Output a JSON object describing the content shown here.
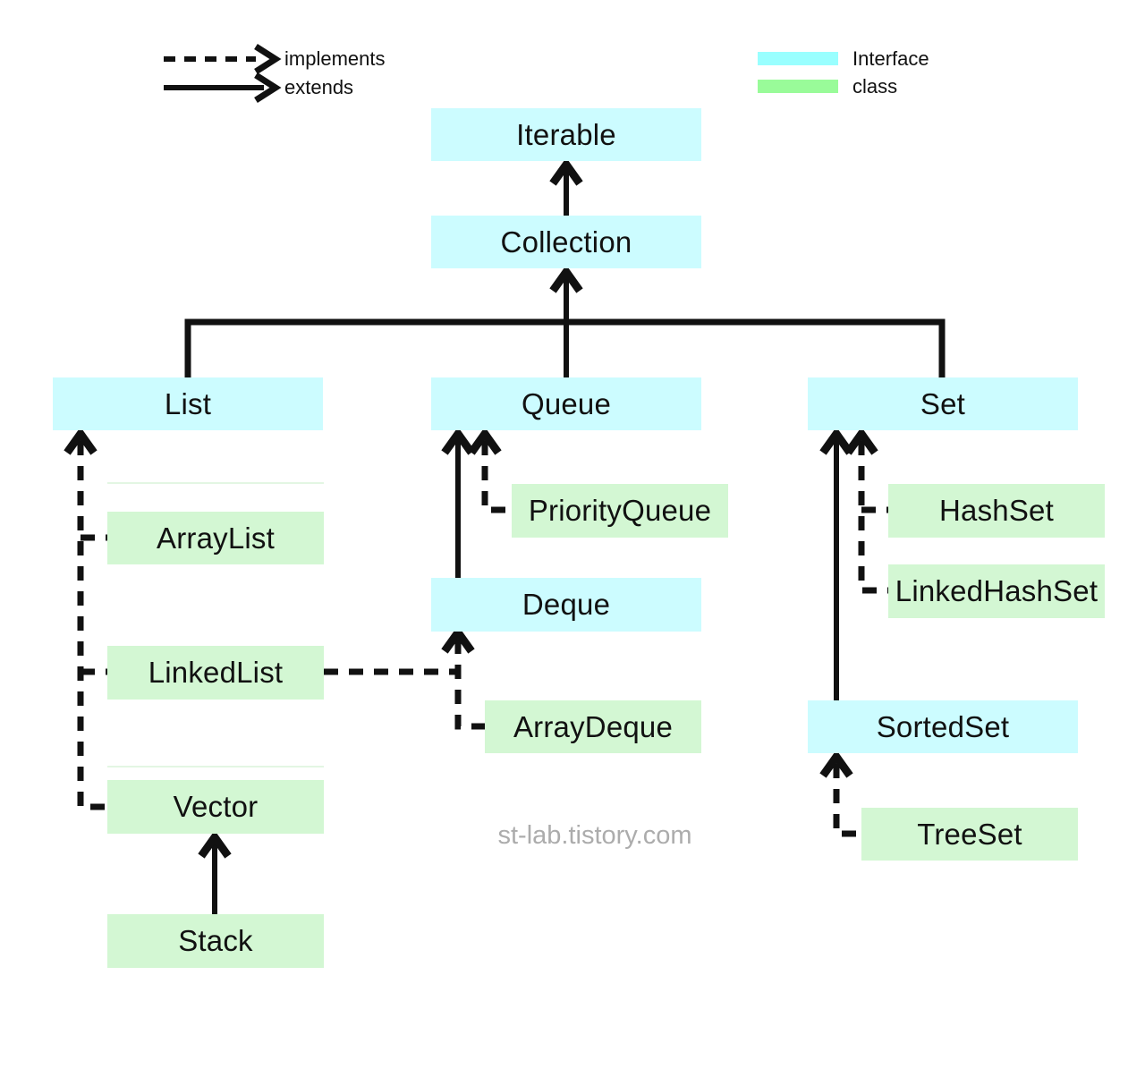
{
  "legend": {
    "implements_label": "implements",
    "extends_label": "extends",
    "interface_label": "Interface",
    "class_label": "class"
  },
  "watermark": "st-lab.tistory.com",
  "colors": {
    "interface_fill": "#ccfcff",
    "class_fill": "#d3f7d3",
    "legend_interface": "#99ffff",
    "legend_class": "#99fb99",
    "line": "#111111",
    "watermark": "#acacac",
    "faint_line": "#e3f6e3"
  },
  "nodes": {
    "iterable": {
      "label": "Iterable",
      "type": "interface"
    },
    "collection": {
      "label": "Collection",
      "type": "interface"
    },
    "list": {
      "label": "List",
      "type": "interface"
    },
    "queue": {
      "label": "Queue",
      "type": "interface"
    },
    "set": {
      "label": "Set",
      "type": "interface"
    },
    "deque": {
      "label": "Deque",
      "type": "interface"
    },
    "sortedset": {
      "label": "SortedSet",
      "type": "interface"
    },
    "arraylist": {
      "label": "ArrayList",
      "type": "class"
    },
    "linkedlist": {
      "label": "LinkedList",
      "type": "class"
    },
    "vector": {
      "label": "Vector",
      "type": "class"
    },
    "stack": {
      "label": "Stack",
      "type": "class"
    },
    "priorityqueue": {
      "label": "PriorityQueue",
      "type": "class"
    },
    "arraydeque": {
      "label": "ArrayDeque",
      "type": "class"
    },
    "hashset": {
      "label": "HashSet",
      "type": "class"
    },
    "linkedhashset": {
      "label": "LinkedHashSet",
      "type": "class"
    },
    "treeset": {
      "label": "TreeSet",
      "type": "class"
    }
  },
  "edges": [
    {
      "from": "Collection",
      "to": "Iterable",
      "relation": "extends"
    },
    {
      "from": "List",
      "to": "Collection",
      "relation": "extends"
    },
    {
      "from": "Queue",
      "to": "Collection",
      "relation": "extends"
    },
    {
      "from": "Set",
      "to": "Collection",
      "relation": "extends"
    },
    {
      "from": "ArrayList",
      "to": "List",
      "relation": "implements"
    },
    {
      "from": "LinkedList",
      "to": "List",
      "relation": "implements"
    },
    {
      "from": "Vector",
      "to": "List",
      "relation": "implements"
    },
    {
      "from": "Stack",
      "to": "Vector",
      "relation": "extends"
    },
    {
      "from": "PriorityQueue",
      "to": "Queue",
      "relation": "implements"
    },
    {
      "from": "Deque",
      "to": "Queue",
      "relation": "extends"
    },
    {
      "from": "LinkedList",
      "to": "Deque",
      "relation": "implements"
    },
    {
      "from": "ArrayDeque",
      "to": "Deque",
      "relation": "implements"
    },
    {
      "from": "HashSet",
      "to": "Set",
      "relation": "implements"
    },
    {
      "from": "LinkedHashSet",
      "to": "Set",
      "relation": "implements"
    },
    {
      "from": "SortedSet",
      "to": "Set",
      "relation": "extends"
    },
    {
      "from": "TreeSet",
      "to": "SortedSet",
      "relation": "implements"
    }
  ]
}
